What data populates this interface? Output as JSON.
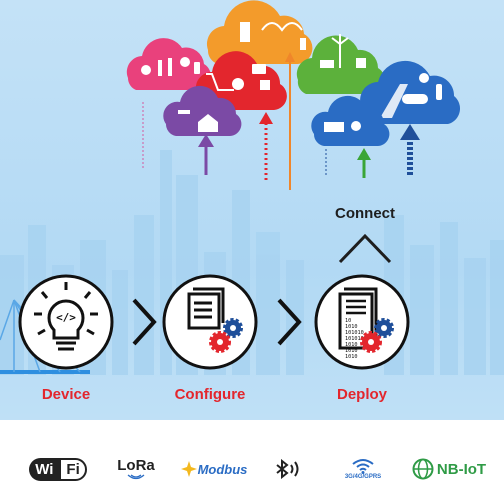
{
  "steps": {
    "device": "Device",
    "configure": "Configure",
    "deploy": "Deploy",
    "connect": "Connect"
  },
  "logos": {
    "wifi_left": "Wi",
    "wifi_right": "Fi",
    "lora": "LoRa",
    "modbus": "Modbus",
    "cellular": "3G/4G/GPRS",
    "nbiot": "NB-IoT"
  },
  "code_bits": [
    "10",
    "1010",
    "101010",
    "101010",
    "1010",
    "1010",
    "1010"
  ],
  "colors": {
    "accent_red": "#e3262d",
    "arrow_blue": "#1f4f9a",
    "arrow_green": "#3aa537",
    "arrow_orange": "#f0862a",
    "cloud_pink": "#e9417c",
    "cloud_orange": "#f39b2b",
    "cloud_green": "#5cb13b",
    "cloud_purple": "#7b4aa5",
    "cloud_blue": "#2a6cc4",
    "logo_green": "#2f9b46"
  }
}
